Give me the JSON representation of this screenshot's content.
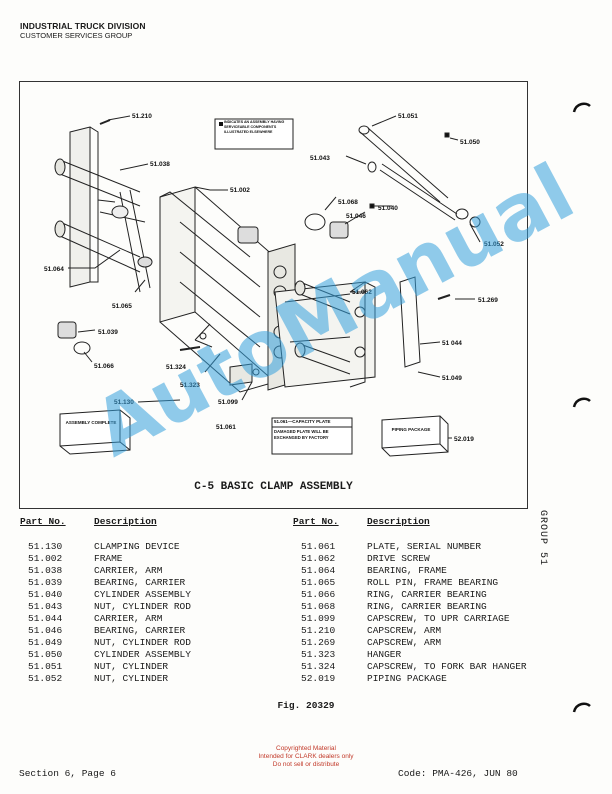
{
  "header": {
    "division": "INDUSTRIAL TRUCK DIVISION",
    "group": "CUSTOMER SERVICES GROUP"
  },
  "diagram": {
    "labels": [
      "51.210",
      "51.038",
      "51.002",
      "51.064",
      "51.065",
      "51.039",
      "51.066",
      "51.324",
      "51.323",
      "51.130",
      "51.099",
      "51.061",
      "51.051",
      "51.050",
      "51.043",
      "51.068",
      "51.046",
      "51.040",
      "51.052",
      "51.062",
      "51.269",
      "51 044",
      "51.049",
      "52.019"
    ],
    "legend_box": "INDICATES AN ASSEMBLY HAVING SERVICEABLE COMPONENTS ILLUSTRATED ELSEWHERE",
    "assembly_box": "ASSEMBLY COMPLETE",
    "piping_box": "PIPING PACKAGE",
    "capacity_title": "51.061—CAPACITY PLATE",
    "capacity_text": "DAMAGED PLATE WILL BE EXCHANGED BY FACTORY",
    "caption": "C-5 BASIC CLAMP ASSEMBLY"
  },
  "table": {
    "col_part": "Part No.",
    "col_desc": "Description",
    "left": [
      {
        "part": "51.130",
        "desc": "CLAMPING DEVICE"
      },
      {
        "part": "51.002",
        "desc": "FRAME"
      },
      {
        "part": "51.038",
        "desc": "CARRIER, ARM"
      },
      {
        "part": "51.039",
        "desc": "BEARING, CARRIER"
      },
      {
        "part": "51.040",
        "desc": "CYLINDER ASSEMBLY"
      },
      {
        "part": "51.043",
        "desc": "NUT, CYLINDER ROD"
      },
      {
        "part": "51.044",
        "desc": "CARRIER, ARM"
      },
      {
        "part": "51.046",
        "desc": "BEARING, CARRIER"
      },
      {
        "part": "51.049",
        "desc": "NUT, CYLINDER ROD"
      },
      {
        "part": "51.050",
        "desc": "CYLINDER ASSEMBLY"
      },
      {
        "part": "51.051",
        "desc": "NUT, CYLINDER"
      },
      {
        "part": "51.052",
        "desc": "NUT, CYLINDER"
      }
    ],
    "right": [
      {
        "part": "51.061",
        "desc": "PLATE, SERIAL NUMBER"
      },
      {
        "part": "51.062",
        "desc": "DRIVE SCREW"
      },
      {
        "part": "51.064",
        "desc": "BEARING, FRAME"
      },
      {
        "part": "51.065",
        "desc": "ROLL PIN, FRAME BEARING"
      },
      {
        "part": "51.066",
        "desc": "RING, CARRIER BEARING"
      },
      {
        "part": "51.068",
        "desc": "RING, CARRIER BEARING"
      },
      {
        "part": "51.099",
        "desc": "CAPSCREW, TO UPR CARRIAGE"
      },
      {
        "part": "51.210",
        "desc": "CAPSCREW, ARM"
      },
      {
        "part": "51.269",
        "desc": "CAPSCREW, ARM"
      },
      {
        "part": "51.323",
        "desc": "HANGER"
      },
      {
        "part": "51.324",
        "desc": "CAPSCREW, TO FORK BAR HANGER"
      },
      {
        "part": "52.019",
        "desc": "PIPING PACKAGE"
      }
    ]
  },
  "group_label": "GROUP 51",
  "figure": "Fig. 20329",
  "copyright": {
    "l1": "Copyrighted Material",
    "l2": "Intended for CLARK dealers only",
    "l3": "Do not sell or distribute"
  },
  "footer": {
    "section": "Section 6, Page 6",
    "code": "Code: PMA-426, JUN 80"
  },
  "watermark": "AutoManual"
}
